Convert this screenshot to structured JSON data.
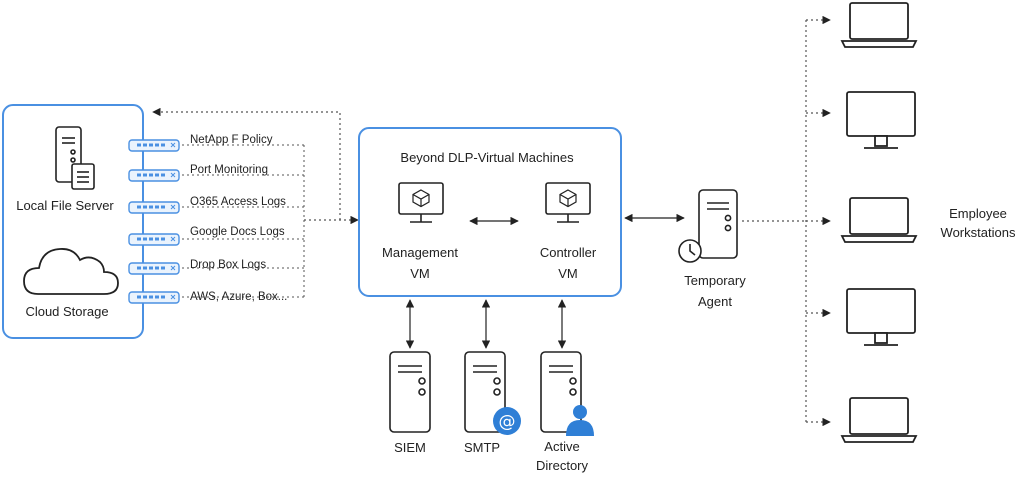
{
  "local": {
    "file_server_label": "Local File Server",
    "cloud_storage_label": "Cloud Storage"
  },
  "sources": [
    "NetApp F Policy",
    "Port Monitoring",
    "O365 Access Logs",
    "Google Docs Logs",
    "Drop Box Logs",
    "AWS, Azure, Box..."
  ],
  "vm_panel": {
    "title": "Beyond DLP-Virtual Machines",
    "management_line1": "Management",
    "management_line2": "VM",
    "controller_line1": "Controller",
    "controller_line2": "VM"
  },
  "services": {
    "siem": "SIEM",
    "smtp": "SMTP",
    "ad_line1": "Active",
    "ad_line2": "Directory"
  },
  "agent": {
    "line1": "Temporary",
    "line2": "Agent"
  },
  "workstations": {
    "line1": "Employee",
    "line2": "Workstations"
  },
  "colors": {
    "accent_blue": "#4a90e2",
    "icon_blue": "#2f7fd6",
    "stroke_dark": "#222222",
    "connector_gray": "#555555"
  }
}
